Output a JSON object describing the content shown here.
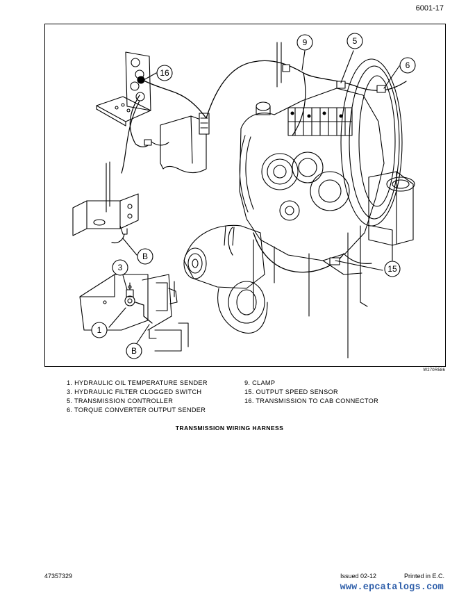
{
  "page": {
    "number": "6001-17",
    "figure_code": "W270R586",
    "caption": "TRANSMISSION WIRING HARNESS",
    "doc_number": "47357329",
    "issued": "Issued 02-12",
    "printed": "Printed in E.C.",
    "watermark": "www.epcatalogs.com"
  },
  "callouts": {
    "c1": "1",
    "c3": "3",
    "c5": "5",
    "c6": "6",
    "c9": "9",
    "c15": "15",
    "c16": "16",
    "b_top": "B",
    "b_bottom": "B"
  },
  "legend": {
    "left": [
      "1.  HYDRAULIC OIL TEMPERATURE SENDER",
      "3.  HYDRAULIC FILTER CLOGGED SWITCH",
      "5.  TRANSMISSION CONTROLLER",
      "6.  TORQUE CONVERTER OUTPUT SENDER"
    ],
    "right": [
      "9.  CLAMP",
      "15.  OUTPUT SPEED SENSOR",
      "16.  TRANSMISSION TO CAB CONNECTOR"
    ]
  }
}
